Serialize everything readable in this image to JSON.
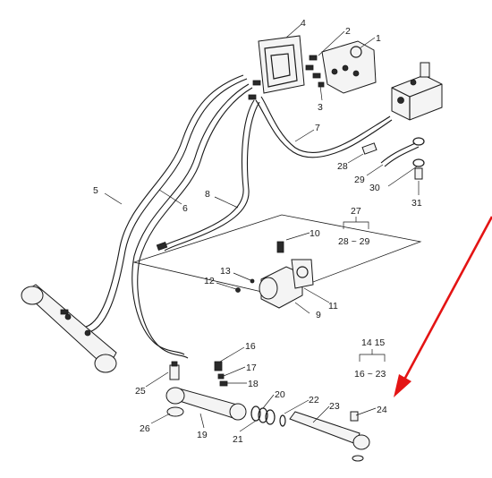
{
  "diagram": {
    "callouts": {
      "c1": "1",
      "c2": "2",
      "c3": "3",
      "c4": "4",
      "c5": "5",
      "c6": "6",
      "c7": "7",
      "c8": "8",
      "c9": "9",
      "c10": "10",
      "c11": "11",
      "c12": "12",
      "c13": "13",
      "c16": "16",
      "c17": "17",
      "c18": "18",
      "c19": "19",
      "c20": "20",
      "c21": "21",
      "c22": "22",
      "c23": "23",
      "c24": "24",
      "c25": "25",
      "c26": "26",
      "c28": "28",
      "c29": "29",
      "c30": "30",
      "c31": "31"
    },
    "kits": {
      "k27_top": "27",
      "k27_range": "28 ~ 29",
      "k1415_top": "14 15",
      "k1415_range": "16 ~ 23"
    }
  },
  "colors": {
    "line": "#1a1a1a",
    "highlight_arrow": "#e41414",
    "background": "#ffffff"
  }
}
